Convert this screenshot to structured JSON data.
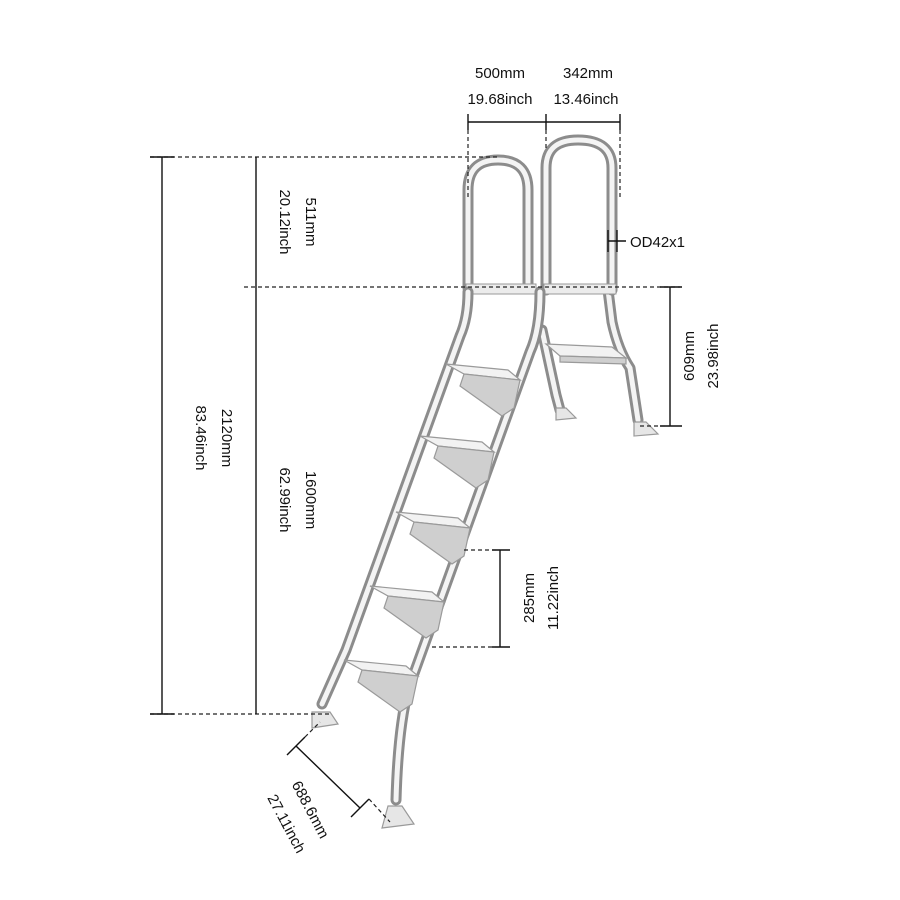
{
  "dimensions": {
    "top_width_left": {
      "mm": "500mm",
      "inch": "19.68inch"
    },
    "top_width_right": {
      "mm": "342mm",
      "inch": "13.46inch"
    },
    "handrail_height": {
      "mm": "511mm",
      "inch": "20.12inch"
    },
    "tube_spec": "OD42x1",
    "total_height": {
      "mm": "2120mm",
      "inch": "83.46inch"
    },
    "ladder_height": {
      "mm": "1600mm",
      "inch": "62.99inch"
    },
    "platform_height": {
      "mm": "609mm",
      "inch": "23.98inch"
    },
    "step_spacing": {
      "mm": "285mm",
      "inch": "11.22inch"
    },
    "base_depth": {
      "mm": "688.6mm",
      "inch": "27.11inch"
    }
  },
  "colors": {
    "tube": "#8c8c8c",
    "tube_highlight": "#f4f4f4",
    "step": "#f2f2f2",
    "dimension_line": "#111111"
  }
}
